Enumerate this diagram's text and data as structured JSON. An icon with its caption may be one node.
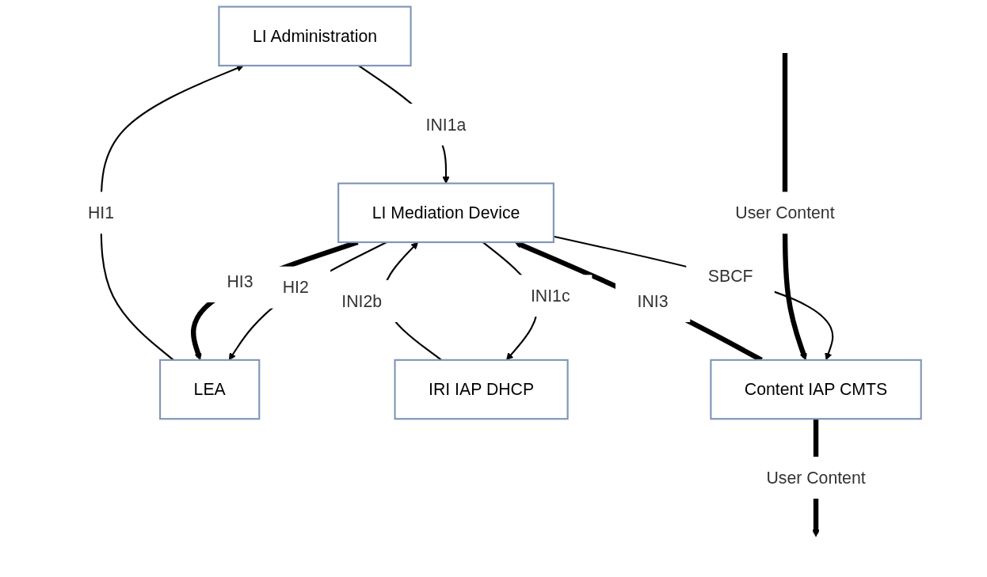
{
  "diagram": {
    "nodes": [
      {
        "text": [
          "LI Administration"
        ]
      },
      {
        "text": [
          "LEA"
        ]
      },
      {
        "text": [
          "IRI IAP DHCP"
        ]
      },
      {
        "text": [
          "LI Mediation Device"
        ]
      },
      {
        "text": [
          "Content IAP CMTS"
        ]
      }
    ],
    "edges": [
      {
        "from": 1,
        "to": 0,
        "arrow": "to",
        "label": "HI1"
      },
      {
        "from": 0,
        "to": 3,
        "arrow": "to",
        "label": "INI1a"
      },
      {
        "from": 3,
        "to": 2,
        "arrow": "to",
        "label": "INI1c"
      },
      {
        "from": 2,
        "to": 3,
        "arrow": "to",
        "label": "INI2b"
      },
      {
        "from": 3,
        "to": 1,
        "arrow": "to",
        "label": "HI2"
      },
      {
        "from": 3,
        "to": 1,
        "arrow": "to",
        "label": "HI3",
        "style": "thick"
      },
      {
        "from": 3,
        "to": 4,
        "arrow": "to",
        "label": "SBCF"
      },
      {
        "from": 4,
        "to": 3,
        "arrow": "to",
        "label": "INI3",
        "style": "thick"
      },
      {
        "from": null,
        "to": 4,
        "arrow": "to",
        "label": "User Content",
        "style": "thick"
      },
      {
        "from": 4,
        "to": null,
        "arrow": "to",
        "label": "User Content",
        "style": "thick"
      }
    ]
  }
}
